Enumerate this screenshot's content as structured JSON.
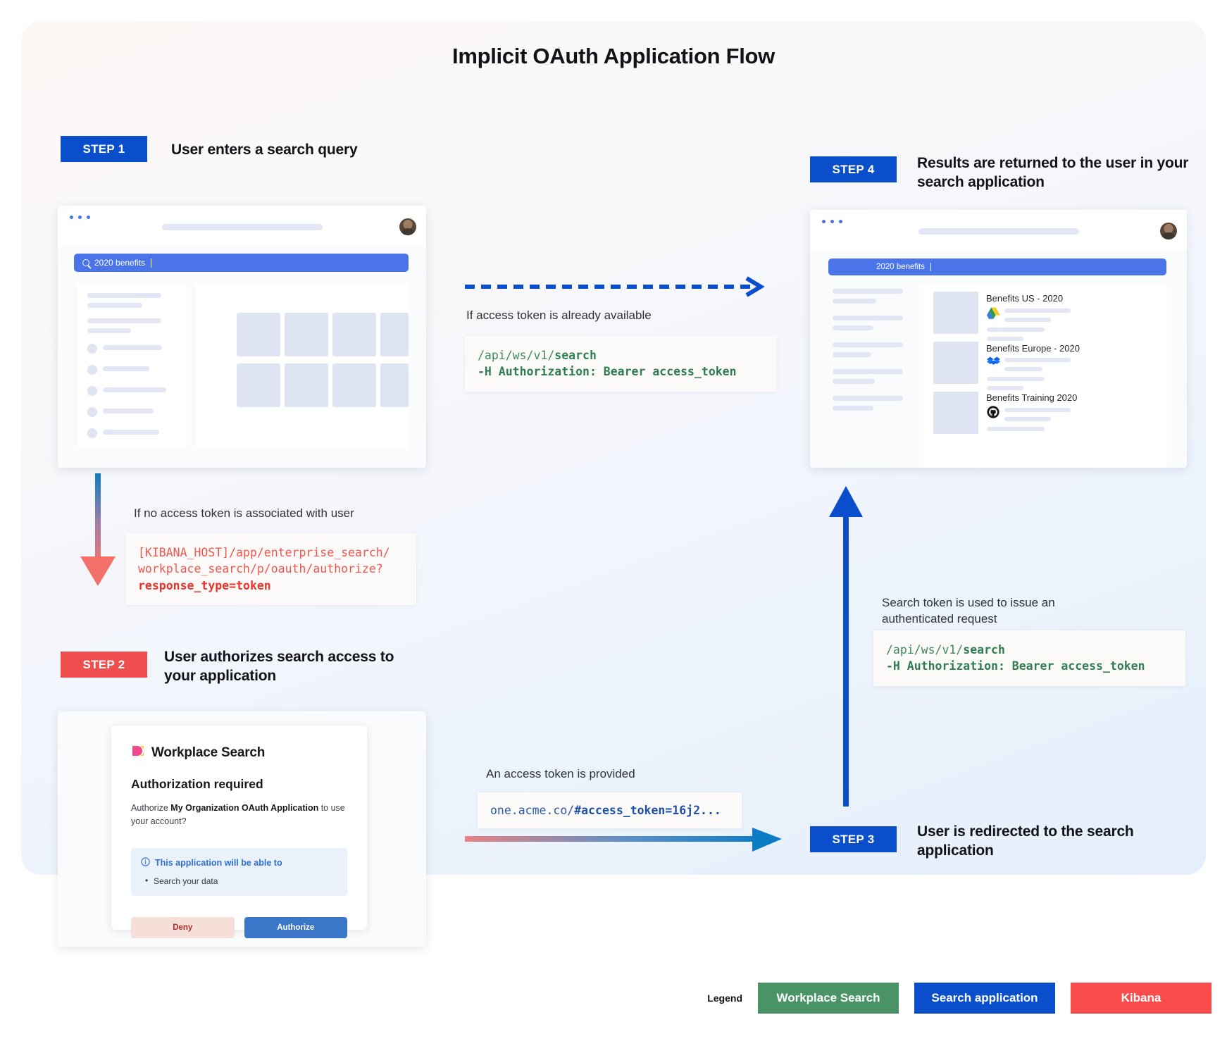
{
  "title": "Implicit OAuth Application Flow",
  "colors": {
    "badge_blue": "#0B4ECB",
    "badge_red": "#F04E4E",
    "legend_green": "#4A9367",
    "legend_blue": "#0B4ECB",
    "legend_red": "#F84C4C",
    "search_blue": "#4A74E8",
    "code_green": "#41875E",
    "code_red": "#F0564F",
    "code_blue": "#2B5AA8"
  },
  "steps": {
    "step1": {
      "badge": "STEP 1",
      "heading": "User enters a search query"
    },
    "step2": {
      "badge": "STEP 2",
      "heading": "User authorizes search access to your application"
    },
    "step3": {
      "badge": "STEP 3",
      "heading": "User is redirected to the search application"
    },
    "step4": {
      "badge": "STEP 4",
      "heading": "Results are returned to the user in your search application"
    }
  },
  "browser1": {
    "search_query": "2020 benefits",
    "search_icon": "search-icon"
  },
  "browser2": {
    "search_query": "2020 benefits",
    "results": [
      {
        "title": "Benefits US - 2020",
        "source_icon": "google-drive-icon"
      },
      {
        "title": "Benefits Europe - 2020",
        "source_icon": "dropbox-icon"
      },
      {
        "title": "Benefits Training 2020",
        "source_icon": "github-icon"
      }
    ]
  },
  "flows": {
    "token_available": {
      "caption": "If access token is already available",
      "code_line1_plain": "/api/ws/v1/",
      "code_line1_bold": "search",
      "code_line2": "-H Authorization: Bearer access_token"
    },
    "no_token": {
      "caption": "If no access token is associated with user",
      "code_line1": "[KIBANA_HOST]/app/enterprise_search/",
      "code_line2": "workplace_search/p/oauth/authorize?",
      "code_line3_bold": "response_type=token"
    },
    "token_provided": {
      "caption": "An access token is provided",
      "code_plain": "one.acme.co/",
      "code_bold": "#access_token=16j2..."
    },
    "authenticated_request": {
      "caption": "Search token is used to issue an authenticated request",
      "code_line1_plain": "/api/ws/v1/",
      "code_line1_bold": "search",
      "code_line2": "-H Authorization: Bearer access_token"
    }
  },
  "auth_card": {
    "product_name": "Workplace Search",
    "logo_icon": "workplace-search-logo-icon",
    "heading": "Authorization required",
    "body_prefix": "Authorize ",
    "body_app": "My Organization OAuth Application",
    "body_suffix": " to use your account?",
    "permission_icon": "info-icon",
    "permission_title": "This application will be able to",
    "permission_items": [
      "Search your data"
    ],
    "deny_label": "Deny",
    "authorize_label": "Authorize"
  },
  "legend": {
    "label": "Legend",
    "chips": [
      {
        "label": "Workplace Search",
        "color": "#4A9367"
      },
      {
        "label": "Search application",
        "color": "#0B4ECB"
      },
      {
        "label": "Kibana",
        "color": "#F84C4C"
      }
    ]
  }
}
